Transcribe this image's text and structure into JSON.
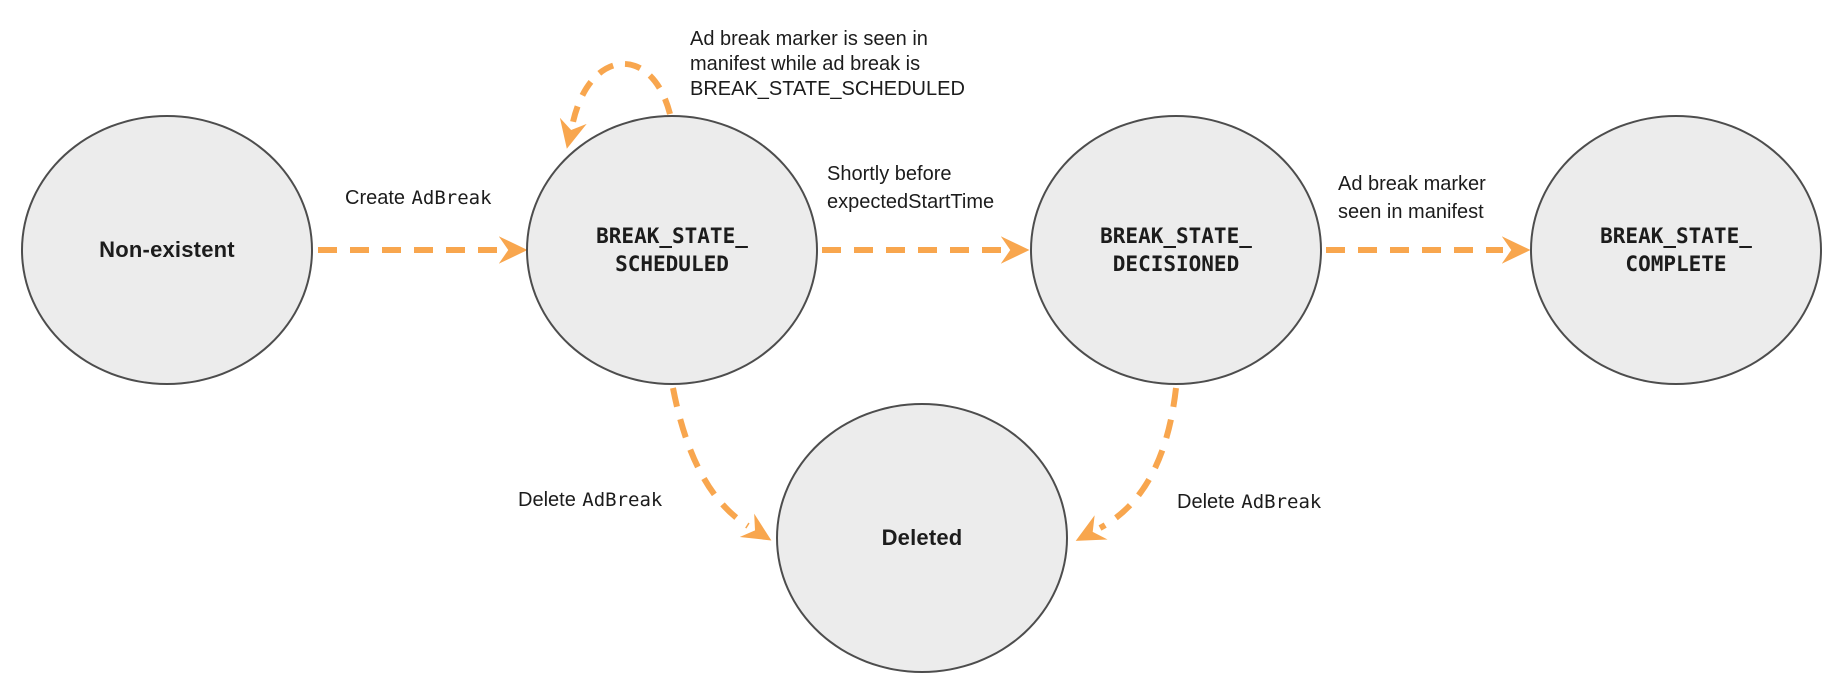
{
  "colors": {
    "arrow": "#F8A64E",
    "node_fill": "#ECECEC",
    "node_stroke": "#4D4D4D",
    "text": "#1C1C1C"
  },
  "states": {
    "non_existent": {
      "label": "Non-existent"
    },
    "scheduled": {
      "line1": "BREAK_STATE_",
      "line2": "SCHEDULED"
    },
    "decisioned": {
      "line1": "BREAK_STATE_",
      "line2": "DECISIONED"
    },
    "complete": {
      "line1": "BREAK_STATE_",
      "line2": "COMPLETE"
    },
    "deleted": {
      "label": "Deleted"
    }
  },
  "transitions": {
    "create": {
      "plain": "Create",
      "code": "AdBreak"
    },
    "self_loop": {
      "line1": "Ad break marker is seen in",
      "line2": "manifest while ad break is",
      "code": "BREAK_STATE_SCHEDULED"
    },
    "shortly": {
      "plain": "Shortly before",
      "code": "expectedStartTime"
    },
    "marker_seen": {
      "line1": "Ad break marker",
      "line2": "seen in manifest"
    },
    "delete_left": {
      "plain": "Delete",
      "code": "AdBreak"
    },
    "delete_right": {
      "plain": "Delete",
      "code": "AdBreak"
    }
  }
}
